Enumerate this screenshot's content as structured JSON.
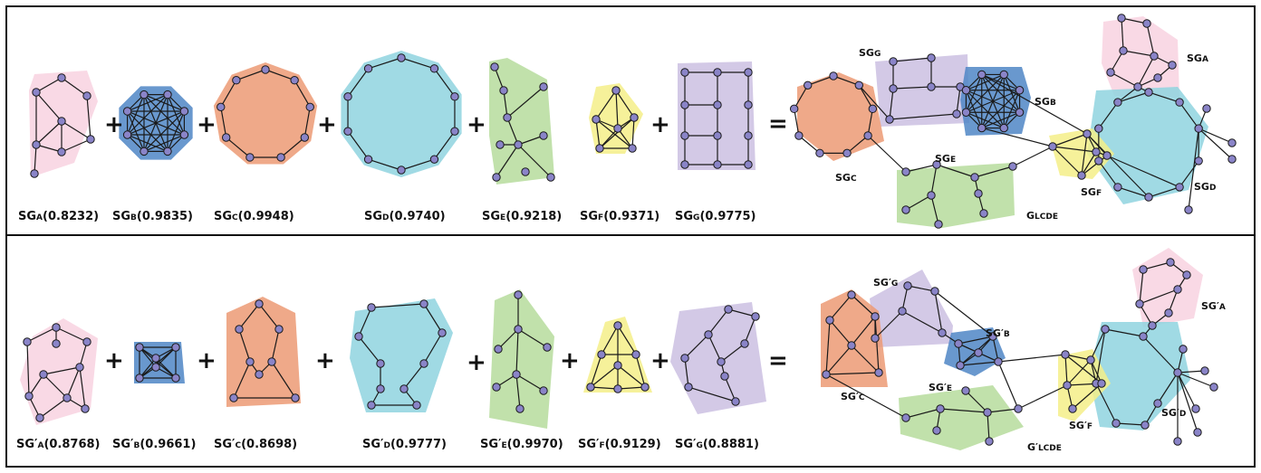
{
  "colors": {
    "pink": "#f8d2e0",
    "blue": "#4f86c6",
    "orange": "#ec9a74",
    "cyan": "#8fd3df",
    "green": "#b6dc9c",
    "yellow": "#f4ef88",
    "purple": "#cbbfe2",
    "node": "#8a84c8",
    "edge": "#1a1a1a",
    "frame": "#111111"
  },
  "operators": {
    "plus": "+",
    "equals": "="
  },
  "top": {
    "labels": [
      {
        "main": "SG",
        "sub": "A",
        "score": "(0.8232)"
      },
      {
        "main": "SG",
        "sub": "B",
        "score": "(0.9835)"
      },
      {
        "main": "SG",
        "sub": "C",
        "score": "(0.9948)"
      },
      {
        "main": "SG",
        "sub": "D",
        "score": "(0.9740)"
      },
      {
        "main": "SG",
        "sub": "E",
        "score": "(0.9218)"
      },
      {
        "main": "SG",
        "sub": "F",
        "score": "(0.9371)"
      },
      {
        "main": "SG",
        "sub": "G",
        "score": "(0.9775)"
      }
    ],
    "combined_tags": {
      "g": {
        "main": "SG",
        "sub": "G"
      },
      "a": {
        "main": "SG",
        "sub": "A"
      },
      "b": {
        "main": "SG",
        "sub": "B"
      },
      "e": {
        "main": "SG",
        "sub": "E"
      },
      "c": {
        "main": "SG",
        "sub": "C"
      },
      "f": {
        "main": "SG",
        "sub": "F"
      },
      "d": {
        "main": "SG",
        "sub": "D"
      },
      "total": {
        "main": "G",
        "sub": "LCDE"
      }
    }
  },
  "bottom": {
    "labels": [
      {
        "main": "SG′",
        "sub": "A",
        "score": "(0.8768)"
      },
      {
        "main": "SG′",
        "sub": "B",
        "score": "(0.9661)"
      },
      {
        "main": "SG′",
        "sub": "C",
        "score": "(0.8698)"
      },
      {
        "main": "SG′",
        "sub": "D",
        "score": "(0.9777)"
      },
      {
        "main": "SG′",
        "sub": "E",
        "score": "(0.9970)"
      },
      {
        "main": "SG′",
        "sub": "F",
        "score": "(0.9129)"
      },
      {
        "main": "SG′",
        "sub": "G",
        "score": "(0.8881)"
      }
    ],
    "combined_tags": {
      "g": {
        "main": "SG′",
        "sub": "G"
      },
      "a": {
        "main": "SG′",
        "sub": "A"
      },
      "b": {
        "main": "SG′",
        "sub": "B"
      },
      "e": {
        "main": "SG′",
        "sub": "E"
      },
      "c": {
        "main": "SG′",
        "sub": "C"
      },
      "f": {
        "main": "SG′",
        "sub": "F"
      },
      "d": {
        "main": "SG′",
        "sub": "D"
      },
      "total": {
        "main": "G′",
        "sub": "LCDE"
      }
    }
  }
}
